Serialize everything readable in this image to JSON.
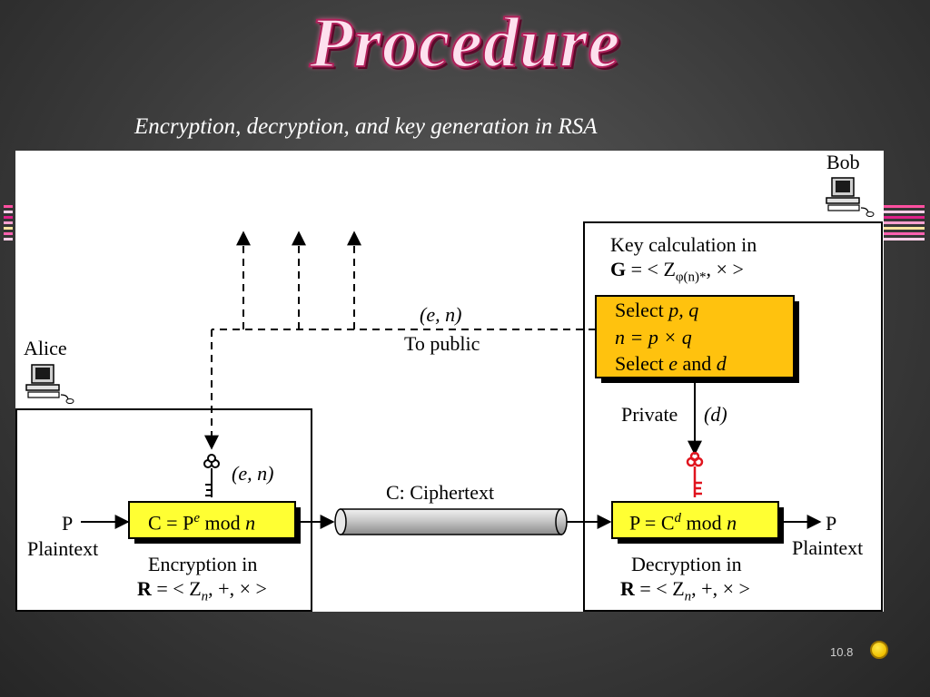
{
  "slide": {
    "title": "Procedure",
    "subtitle": "Encryption, decryption, and key generation in RSA",
    "page_number": "10.8"
  },
  "diagram": {
    "bob_label": "Bob",
    "alice_label": "Alice",
    "key_calc_line1": "Key calculation in",
    "key_calc_group_bold": "G",
    "key_calc_group_rest": " = < Z",
    "key_calc_sub": "φ(n)*",
    "key_calc_tail": ", × >",
    "select_pq_prefix": "Select ",
    "select_pq_vars": "p, q",
    "n_formula": "n = p × q",
    "select_ed_prefix": "Select ",
    "select_ed_e": "e",
    "select_ed_and": " and ",
    "select_ed_d": "d",
    "public_key": "(e, n)",
    "to_public": "To public",
    "private_label": "Private",
    "private_key": "(d)",
    "alice_key": "(e, n)",
    "ciphertext_label": "C: Ciphertext",
    "input_p": "P",
    "input_plaintext": "Plaintext",
    "output_p": "P",
    "output_plaintext": "Plaintext",
    "enc_formula_pre": "C = P",
    "enc_formula_exp": "e",
    "enc_formula_post": " mod ",
    "enc_formula_n": "n",
    "dec_formula_pre": "P = C",
    "dec_formula_exp": "d",
    "dec_formula_post": " mod ",
    "dec_formula_n": "n",
    "enc_ring_line1": "Encryption in",
    "dec_ring_line1": "Decryption in",
    "ring_bold": "R",
    "ring_rest": " = < Z",
    "ring_sub": "n",
    "ring_tail": ", +, × >"
  },
  "colors": {
    "key_box_fill": "#ffc20e",
    "formula_box_fill": "#ffff33",
    "private_key_color": "#e0141e"
  }
}
